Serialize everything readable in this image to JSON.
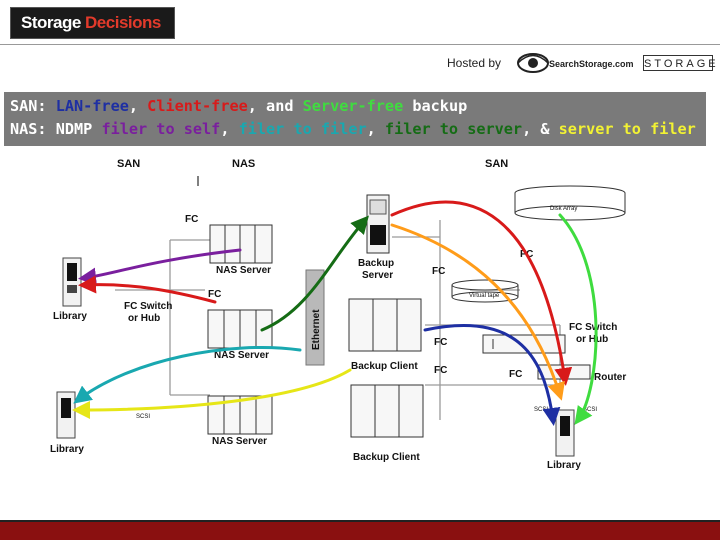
{
  "header": {
    "logo_part1": "Storage",
    "logo_part2": "Decisions",
    "hosted_by": "Hosted by",
    "searchstorage": "SearchStorage.com",
    "storage_mag": "STORAGE"
  },
  "banner": {
    "line1": [
      {
        "text": "SAN: ",
        "color": "white"
      },
      {
        "text": "LAN-free",
        "color": "blue"
      },
      {
        "text": ", ",
        "color": "white"
      },
      {
        "text": "Client-free",
        "color": "red"
      },
      {
        "text": ", and ",
        "color": "white"
      },
      {
        "text": "Server-free",
        "color": "green"
      },
      {
        "text": " backup",
        "color": "white"
      }
    ],
    "line2": [
      {
        "text": "NAS: NDMP ",
        "color": "white"
      },
      {
        "text": "filer to self",
        "color": "purple"
      },
      {
        "text": ", ",
        "color": "white"
      },
      {
        "text": "filer to filer",
        "color": "cyan"
      },
      {
        "text": ", ",
        "color": "white"
      },
      {
        "text": "filer to server",
        "color": "dkgreen"
      },
      {
        "text": ", & ",
        "color": "white"
      },
      {
        "text": "server to filer",
        "color": "yellow"
      }
    ]
  },
  "colors": {
    "white": "#ffffff",
    "blue": "#1e2fa3",
    "red": "#d81a1a",
    "green": "#3fdc3f",
    "purple": "#7a1f9e",
    "cyan": "#19a8b0",
    "yellow": "#f2f233",
    "dkgreen": "#156c15",
    "orange": "#ff9c1a",
    "banner_bg": "#7a7a7a",
    "bottom_bar": "#8a1010"
  },
  "diagram": {
    "section_san_left": "SAN",
    "section_nas": "NAS",
    "section_san_right": "SAN",
    "fc_1": "FC",
    "fc_2": "FC",
    "fc_3": "FC",
    "fc_4": "FC",
    "fc_5": "FC",
    "fc_6": "FC",
    "fc_7": "FC",
    "nas_server_1": "NAS Server",
    "nas_server_2": "NAS Server",
    "nas_server_3": "NAS Server",
    "library_left_1": "Library",
    "library_left_2": "Library",
    "library_right": "Library",
    "fc_switch_left_1": "FC Switch",
    "fc_switch_left_2": "or Hub",
    "fc_switch_right_1": "FC Switch",
    "fc_switch_right_2": "or Hub",
    "backup_server_1": "Backup",
    "backup_server_2": "Server",
    "backup_client_1": "Backup Client",
    "backup_client_2": "Backup Client",
    "ethernet": "Ethernet",
    "router": "Router",
    "disk_array": "Disk Array",
    "virtual_tape": "Virtual tape",
    "scsi_left": "SCSI",
    "scsi_right_1": "SCSI",
    "scsi_right_2": "SCSI"
  }
}
